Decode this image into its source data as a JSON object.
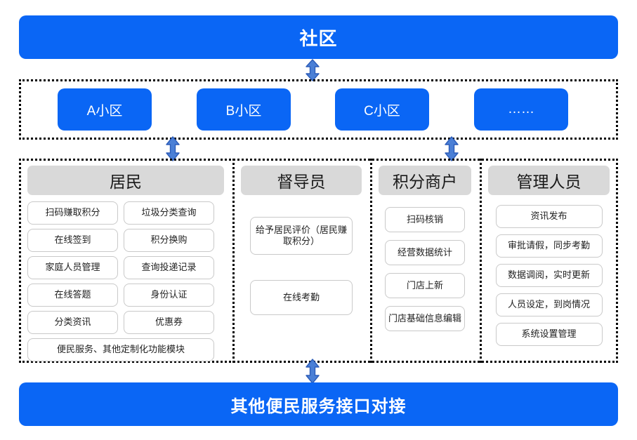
{
  "top": {
    "label": "社区"
  },
  "bottom": {
    "label": "其他便民服务接口对接"
  },
  "estates": {
    "items": [
      {
        "label": "A小区"
      },
      {
        "label": "B小区"
      },
      {
        "label": "C小区"
      },
      {
        "label": "……"
      }
    ]
  },
  "roles": {
    "residents": {
      "title": "居民",
      "items": [
        {
          "label": "扫码赚取积分"
        },
        {
          "label": "垃圾分类查询"
        },
        {
          "label": "在线签到"
        },
        {
          "label": "积分换购"
        },
        {
          "label": "家庭人员管理"
        },
        {
          "label": "查询投递记录"
        },
        {
          "label": "在线答题"
        },
        {
          "label": "身份认证"
        },
        {
          "label": "分类资讯"
        },
        {
          "label": "优惠券"
        },
        {
          "label": "便民服务、其他定制化功能模块"
        }
      ]
    },
    "supervisor": {
      "title": "督导员",
      "items": [
        {
          "label": "给予居民评价（居民赚取积分）"
        },
        {
          "label": "在线考勤"
        }
      ]
    },
    "merchant": {
      "title": "积分商户",
      "items": [
        {
          "label": "扫码核销"
        },
        {
          "label": "经营数据统计"
        },
        {
          "label": "门店上新"
        },
        {
          "label": "门店基础信息编辑"
        }
      ]
    },
    "admin": {
      "title": "管理人员",
      "items": [
        {
          "label": "资讯发布"
        },
        {
          "label": "审批请假，同步考勤"
        },
        {
          "label": "数据调阅，实时更新"
        },
        {
          "label": "人员设定，到岗情况"
        },
        {
          "label": "系统设置管理"
        }
      ]
    }
  },
  "colors": {
    "primary_blue": "#0a66f5",
    "arrow_blue": "#4a7fd6",
    "arrow_outline": "#2c5cb8",
    "header_gray": "#d9d9d9",
    "item_border": "#c9c9c9"
  },
  "connectors": [
    {
      "name": "community-to-estates",
      "direction": "bidirectional"
    },
    {
      "name": "estates-to-residents",
      "direction": "bidirectional"
    },
    {
      "name": "estates-to-merchant",
      "direction": "bidirectional"
    },
    {
      "name": "roles-to-services",
      "direction": "bidirectional"
    }
  ]
}
